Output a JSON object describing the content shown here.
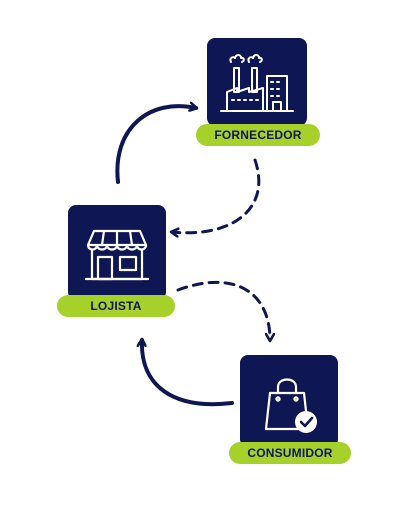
{
  "colors": {
    "navy": "#0f1654",
    "lime": "#a6d12b",
    "background": "#ffffff"
  },
  "nodes": {
    "fornecedor": {
      "label": "FORNECEDOR",
      "icon": "factory-icon"
    },
    "lojista": {
      "label": "LOJISTA",
      "icon": "storefront-icon"
    },
    "consumidor": {
      "label": "CONSUMIDOR",
      "icon": "shopping-bag-check-icon"
    }
  },
  "arrows": [
    {
      "from": "lojista",
      "to": "fornecedor",
      "style": "solid"
    },
    {
      "from": "fornecedor",
      "to": "lojista",
      "style": "dashed"
    },
    {
      "from": "lojista",
      "to": "consumidor",
      "style": "dashed"
    },
    {
      "from": "consumidor",
      "to": "lojista",
      "style": "solid"
    }
  ]
}
